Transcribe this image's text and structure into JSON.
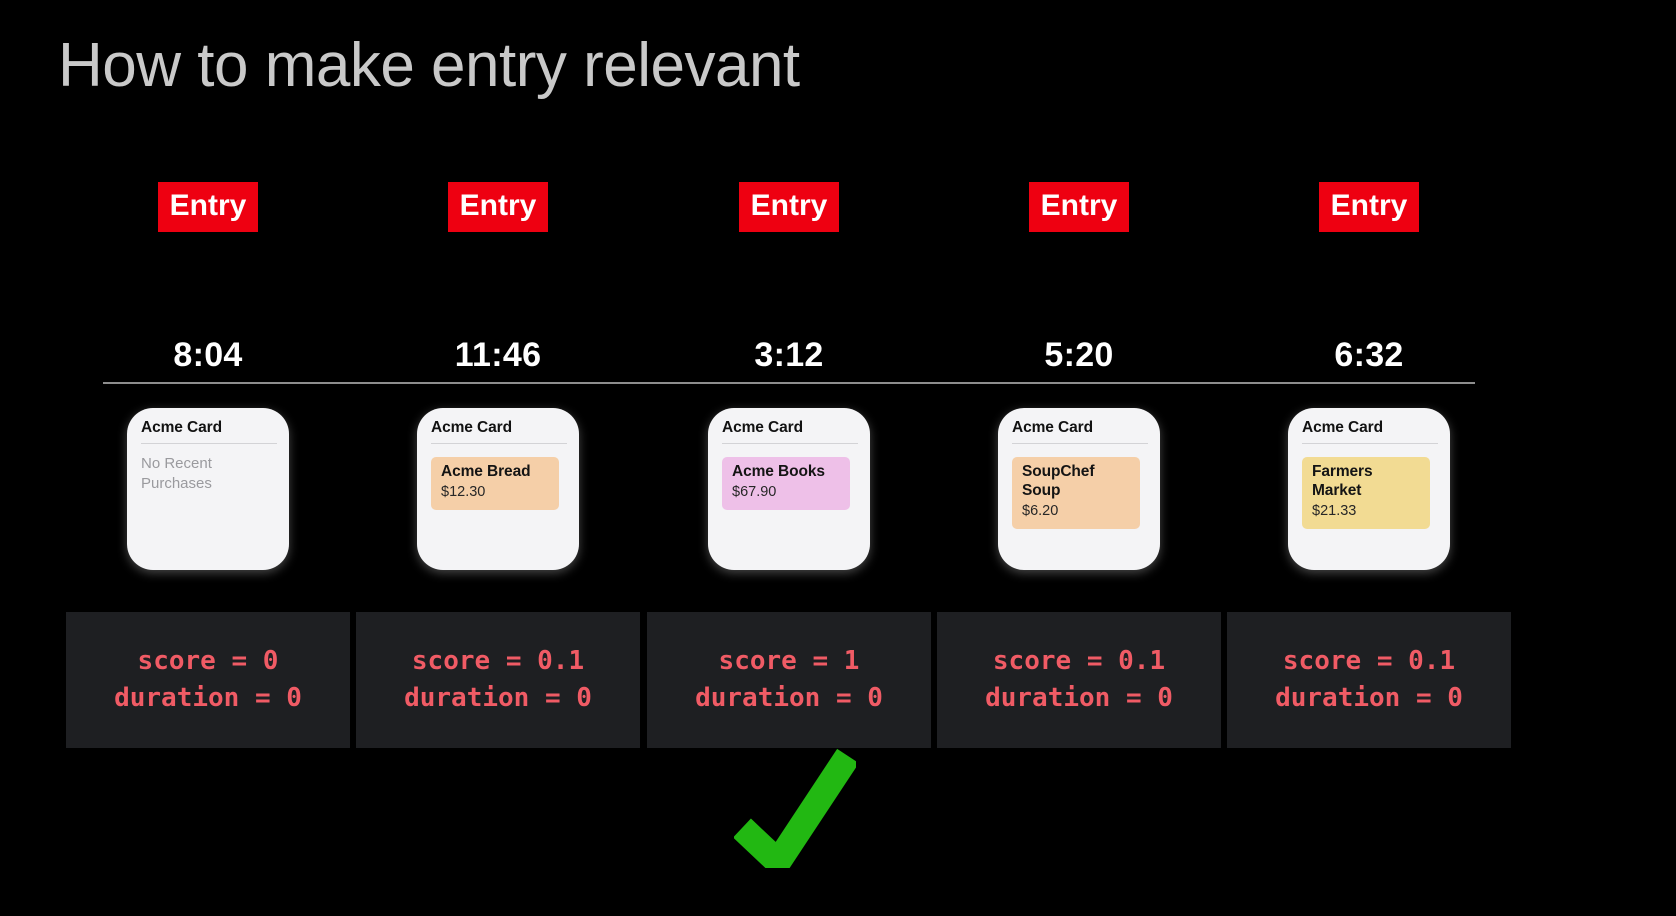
{
  "slide": {
    "title": "How to make entry relevant",
    "background_color": "#000000",
    "title_color": "#c9c9c9",
    "accent_entry_color": "#EE0011",
    "code_bg_color": "#1e1f22",
    "code_text_color": "#f05b65",
    "check_color": "#22b812"
  },
  "columns": [
    {
      "entry_label": "Entry",
      "timestamp": "8:04",
      "card": {
        "title": "Acme Card",
        "empty_text": "No Recent\nPurchases",
        "purchase_name": "",
        "purchase_amount": "",
        "purchase_bg": ""
      },
      "code": {
        "score_line": "score = 0",
        "duration_line": "duration = 0"
      }
    },
    {
      "entry_label": "Entry",
      "timestamp": "11:46",
      "card": {
        "title": "Acme Card",
        "empty_text": "",
        "purchase_name": "Acme Bread",
        "purchase_amount": "$12.30",
        "purchase_bg": "#f5cfa8"
      },
      "code": {
        "score_line": "score = 0.1",
        "duration_line": "duration = 0"
      }
    },
    {
      "entry_label": "Entry",
      "timestamp": "3:12",
      "card": {
        "title": "Acme Card",
        "empty_text": "",
        "purchase_name": "Acme Books",
        "purchase_amount": "$67.90",
        "purchase_bg": "#eec0e8"
      },
      "code": {
        "score_line": "score = 1",
        "duration_line": "duration = 0"
      }
    },
    {
      "entry_label": "Entry",
      "timestamp": "5:20",
      "card": {
        "title": "Acme Card",
        "empty_text": "",
        "purchase_name": "SoupChef\nSoup",
        "purchase_amount": "$6.20",
        "purchase_bg": "#f5cfa8"
      },
      "code": {
        "score_line": "score = 0.1",
        "duration_line": "duration = 0"
      }
    },
    {
      "entry_label": "Entry",
      "timestamp": "6:32",
      "card": {
        "title": "Acme Card",
        "empty_text": "",
        "purchase_name": "Farmers\nMarket",
        "purchase_amount": "$21.33",
        "purchase_bg": "#f2db93"
      },
      "code": {
        "score_line": "score = 0.1",
        "duration_line": "duration = 0"
      }
    }
  ],
  "checkmark": {
    "icon": "check-icon",
    "color": "#22b812"
  }
}
